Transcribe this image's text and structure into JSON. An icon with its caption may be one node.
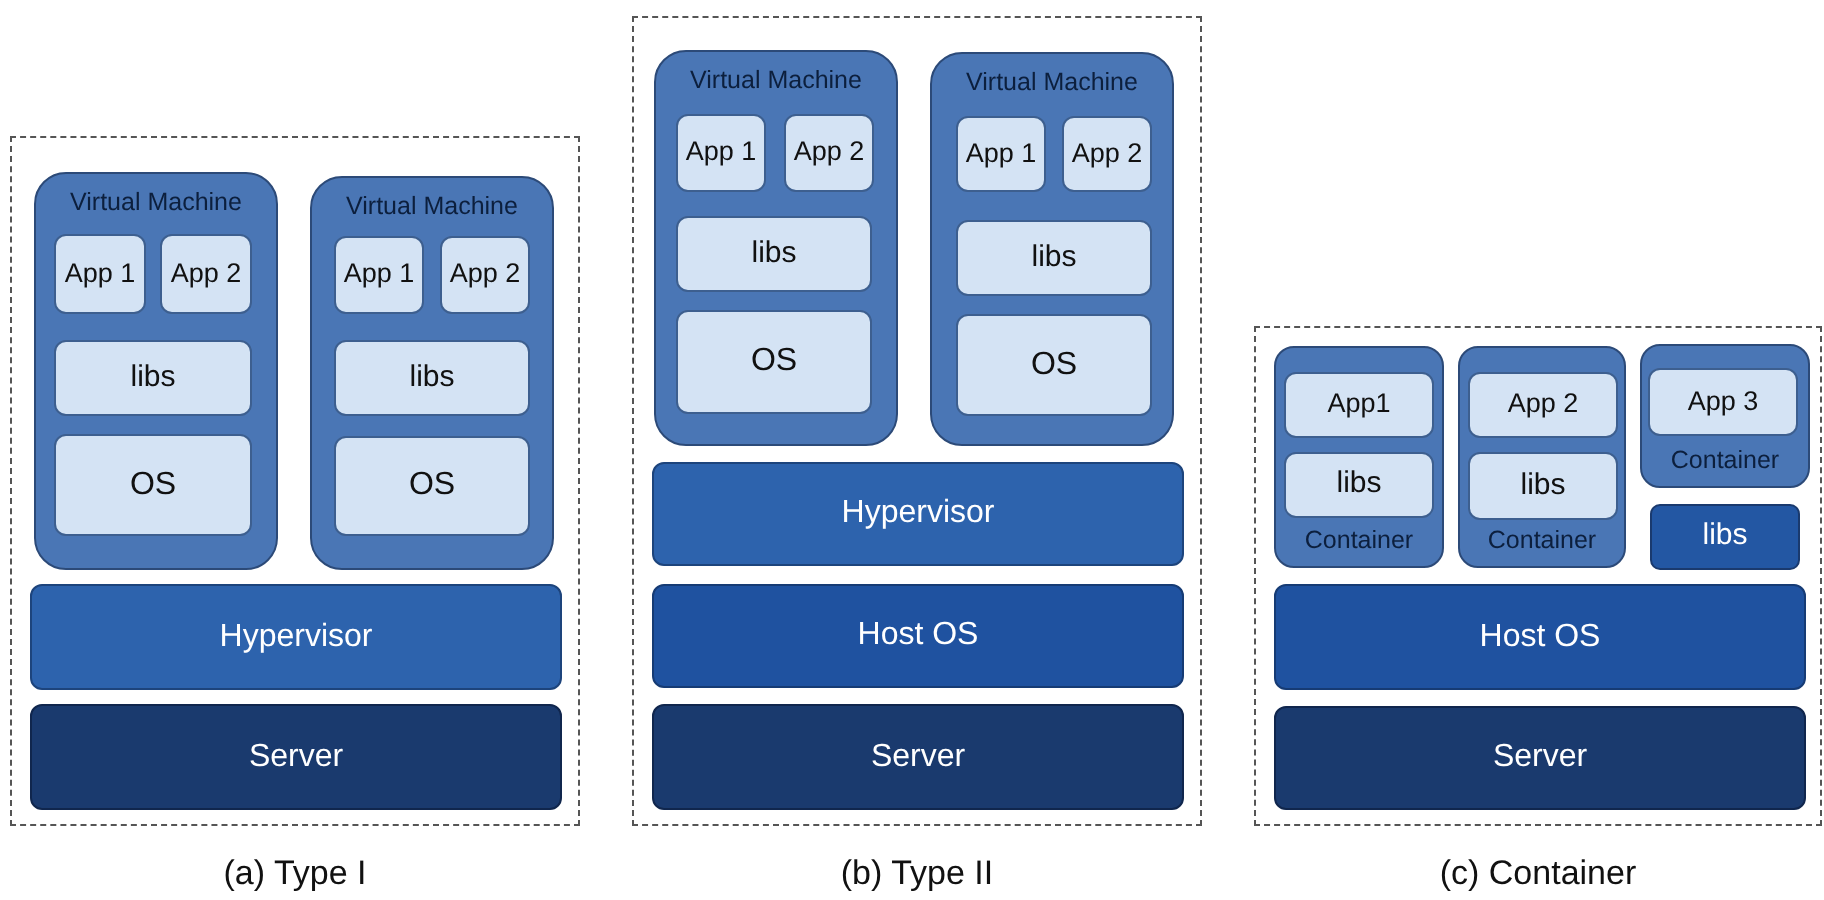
{
  "diagram": {
    "nodes": [
      {
        "text": [
          "(a) Type I"
        ]
      },
      {
        "text": [
          "Virtual Machine"
        ],
        "in": 0
      },
      {
        "text": [
          "App 1"
        ],
        "in": 1
      },
      {
        "text": [
          "App 2"
        ],
        "in": 1
      },
      {
        "text": [
          "libs"
        ],
        "in": 1
      },
      {
        "text": [
          "OS"
        ],
        "in": 1
      },
      {
        "text": [
          "Virtual Machine"
        ],
        "in": 0
      },
      {
        "text": [
          "App 1"
        ],
        "in": 6
      },
      {
        "text": [
          "App 2"
        ],
        "in": 6
      },
      {
        "text": [
          "libs"
        ],
        "in": 6
      },
      {
        "text": [
          "OS"
        ],
        "in": 6
      },
      {
        "text": [
          "Hypervisor"
        ],
        "in": 0
      },
      {
        "text": [
          "Server"
        ],
        "in": 0
      },
      {
        "text": [
          "(b) Type II"
        ]
      },
      {
        "text": [
          "Virtual Machine"
        ],
        "in": 13
      },
      {
        "text": [
          "App 1"
        ],
        "in": 14
      },
      {
        "text": [
          "App 2"
        ],
        "in": 14
      },
      {
        "text": [
          "libs"
        ],
        "in": 14
      },
      {
        "text": [
          "OS"
        ],
        "in": 14
      },
      {
        "text": [
          "Virtual Machine"
        ],
        "in": 13
      },
      {
        "text": [
          "App 1"
        ],
        "in": 19
      },
      {
        "text": [
          "App 2"
        ],
        "in": 19
      },
      {
        "text": [
          "libs"
        ],
        "in": 19
      },
      {
        "text": [
          "OS"
        ],
        "in": 19
      },
      {
        "text": [
          "Hypervisor"
        ],
        "in": 13
      },
      {
        "text": [
          "Host OS"
        ],
        "in": 13
      },
      {
        "text": [
          "Server"
        ],
        "in": 13
      },
      {
        "text": [
          "(c) Container"
        ]
      },
      {
        "text": [
          "Container"
        ],
        "in": 27
      },
      {
        "text": [
          "App1"
        ],
        "in": 28
      },
      {
        "text": [
          "libs"
        ],
        "in": 28
      },
      {
        "text": [
          "Container"
        ],
        "in": 27
      },
      {
        "text": [
          "App 2"
        ],
        "in": 31
      },
      {
        "text": [
          "libs"
        ],
        "in": 31
      },
      {
        "text": [
          "Container"
        ],
        "in": 27
      },
      {
        "text": [
          "App 3"
        ],
        "in": 34
      },
      {
        "text": [
          "libs"
        ],
        "in": 27
      },
      {
        "text": [
          "Host OS"
        ],
        "in": 27
      },
      {
        "text": [
          "Server"
        ],
        "in": 27
      }
    ]
  }
}
